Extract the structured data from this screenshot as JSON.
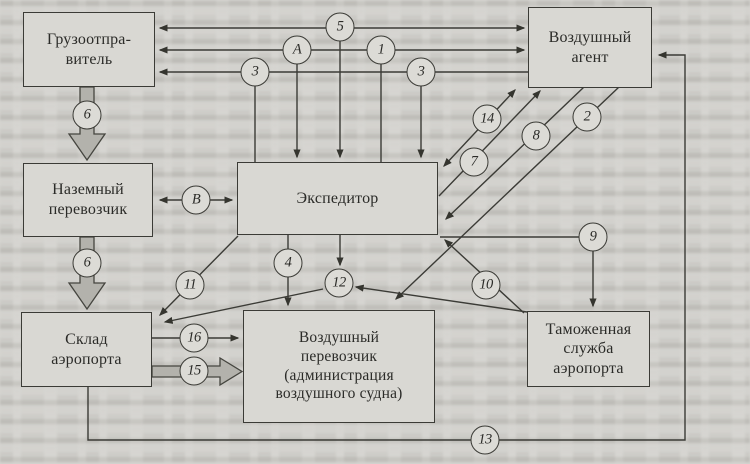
{
  "diagram": {
    "boxes": {
      "shipper": "Грузоотпра-\nвитель",
      "air_agent": "Воздушный\nагент",
      "ground_carrier": "Наземный\nперевозчик",
      "forwarder": "Экспедитор",
      "warehouse": "Склад\nаэропорта",
      "air_carrier": "Воздушный\nперевозчик\n(администрация\nвоздушного судна)",
      "customs": "Таможенная\nслужба\nаэропорта"
    },
    "labels": {
      "c5": "5",
      "cA": "А",
      "c1": "1",
      "c3a": "3",
      "c3b": "3",
      "c6a": "6",
      "cB": "В",
      "c6b": "6",
      "c14": "14",
      "c7": "7",
      "c8": "8",
      "c2": "2",
      "c4": "4",
      "c12": "12",
      "c11": "11",
      "c10": "10",
      "c9": "9",
      "c16": "16",
      "c15": "15",
      "c13": "13"
    },
    "colors": {
      "ink": "#3b3b36",
      "paper": "#d6d5d1",
      "thick_arrow_fill": "#b3b2ac"
    }
  }
}
